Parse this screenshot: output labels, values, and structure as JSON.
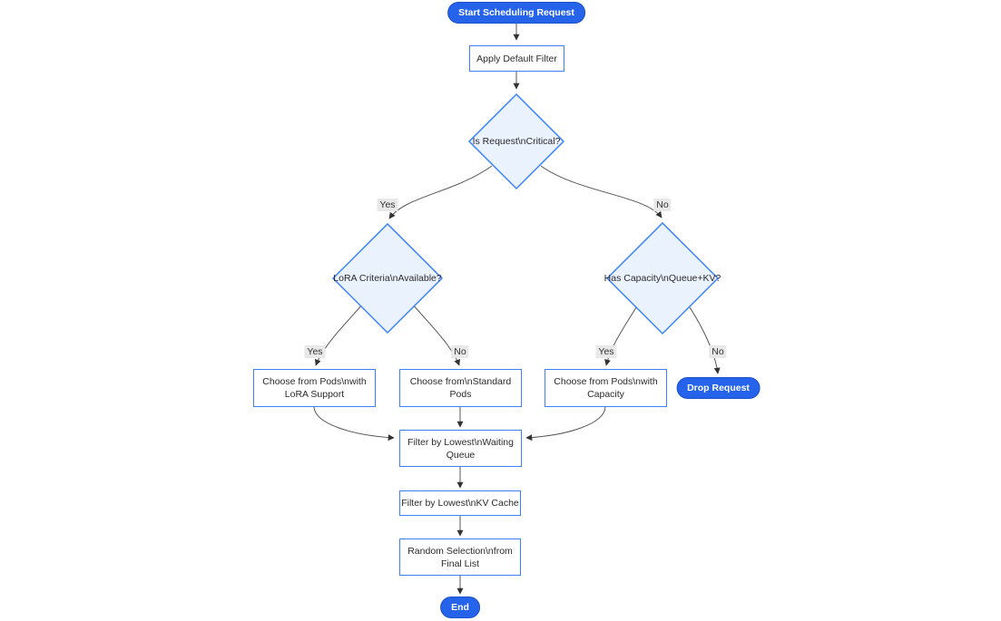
{
  "diagram": {
    "type": "flowchart",
    "colors": {
      "accent_pill": "#2563eb",
      "node_border": "#3b82f6",
      "decision_fill": "#eaf2fe",
      "edge_line": "#555555",
      "edge_label_bg": "#e8e8e8"
    },
    "nodes": {
      "start": {
        "type": "pill",
        "label": "Start Scheduling Request"
      },
      "apply_filter": {
        "type": "rect",
        "label": "Apply Default Filter"
      },
      "is_critical": {
        "type": "decision",
        "label": "Is Request\\nCritical?"
      },
      "lora_criteria": {
        "type": "decision",
        "label": "LoRA Criteria\\nAvailable?"
      },
      "has_capacity": {
        "type": "decision",
        "label": "Has Capacity\\nQueue+KV?"
      },
      "choose_lora": {
        "type": "rect",
        "lines": [
          "Choose from Pods\\nwith",
          "LoRA Support"
        ]
      },
      "choose_standard": {
        "type": "rect",
        "lines": [
          "Choose from\\nStandard",
          "Pods"
        ]
      },
      "choose_capacity": {
        "type": "rect",
        "lines": [
          "Choose from Pods\\nwith",
          "Capacity"
        ]
      },
      "drop_request": {
        "type": "pill",
        "label": "Drop Request"
      },
      "filter_waiting": {
        "type": "rect",
        "lines": [
          "Filter by Lowest\\nWaiting",
          "Queue"
        ]
      },
      "filter_kv": {
        "type": "rect",
        "label": "Filter by Lowest\\nKV Cache"
      },
      "random_selection": {
        "type": "rect",
        "lines": [
          "Random Selection\\nfrom",
          "Final List"
        ]
      },
      "end": {
        "type": "pill",
        "label": "End"
      }
    },
    "edge_labels": {
      "critical_yes": "Yes",
      "critical_no": "No",
      "lora_yes": "Yes",
      "lora_no": "No",
      "capacity_yes": "Yes",
      "capacity_no": "No"
    },
    "edges": [
      {
        "from": "start",
        "to": "apply_filter",
        "label": ""
      },
      {
        "from": "apply_filter",
        "to": "is_critical",
        "label": ""
      },
      {
        "from": "is_critical",
        "to": "lora_criteria",
        "label": "Yes"
      },
      {
        "from": "is_critical",
        "to": "has_capacity",
        "label": "No"
      },
      {
        "from": "lora_criteria",
        "to": "choose_lora",
        "label": "Yes"
      },
      {
        "from": "lora_criteria",
        "to": "choose_standard",
        "label": "No"
      },
      {
        "from": "has_capacity",
        "to": "choose_capacity",
        "label": "Yes"
      },
      {
        "from": "has_capacity",
        "to": "drop_request",
        "label": "No"
      },
      {
        "from": "choose_lora",
        "to": "filter_waiting",
        "label": ""
      },
      {
        "from": "choose_standard",
        "to": "filter_waiting",
        "label": ""
      },
      {
        "from": "choose_capacity",
        "to": "filter_waiting",
        "label": ""
      },
      {
        "from": "filter_waiting",
        "to": "filter_kv",
        "label": ""
      },
      {
        "from": "filter_kv",
        "to": "random_selection",
        "label": ""
      },
      {
        "from": "random_selection",
        "to": "end",
        "label": ""
      }
    ]
  }
}
